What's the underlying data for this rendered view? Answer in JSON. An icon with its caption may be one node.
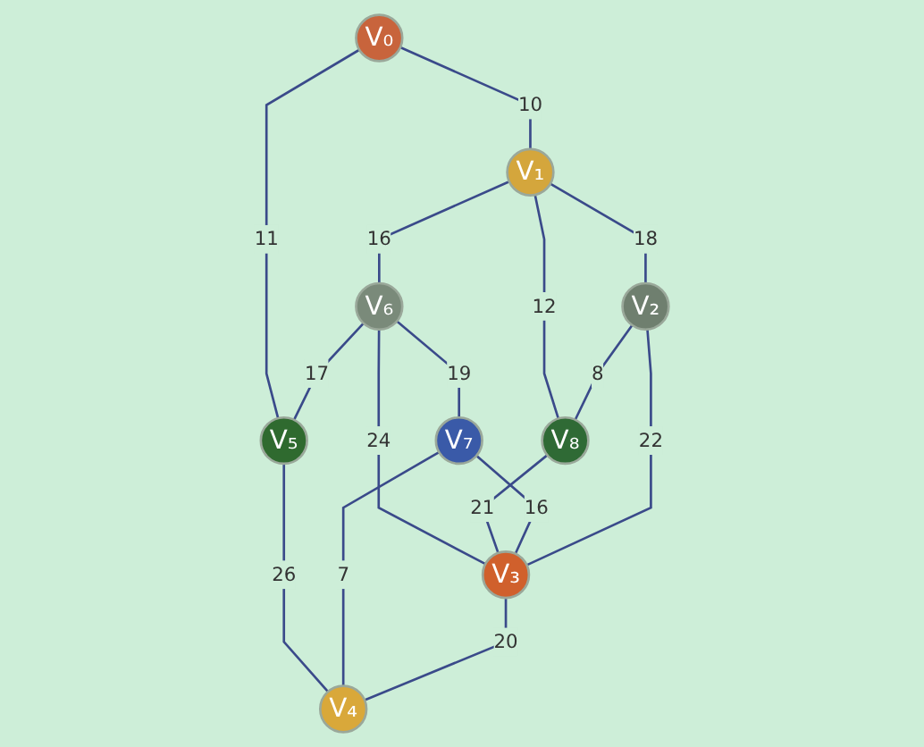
{
  "diagram": {
    "nodes": [
      {
        "text": [
          "V₀"
        ]
      },
      {
        "text": [
          "V₁"
        ]
      },
      {
        "text": [
          "V₂"
        ]
      },
      {
        "text": [
          "V₃"
        ]
      },
      {
        "text": [
          "V₄"
        ]
      },
      {
        "text": [
          "V₅"
        ]
      },
      {
        "text": [
          "V₆"
        ]
      },
      {
        "text": [
          "V₇"
        ]
      },
      {
        "text": [
          "V₈"
        ]
      }
    ],
    "edges": [
      {
        "from": 0,
        "to": 1,
        "arrow": "none",
        "label": "10"
      },
      {
        "from": 0,
        "to": 5,
        "arrow": "none",
        "label": "11"
      },
      {
        "from": 1,
        "to": 6,
        "arrow": "none",
        "label": "16"
      },
      {
        "from": 6,
        "to": 5,
        "arrow": "none",
        "label": "17"
      },
      {
        "from": 1,
        "to": 8,
        "arrow": "none",
        "label": "12"
      },
      {
        "from": 1,
        "to": 2,
        "arrow": "none",
        "label": "18"
      },
      {
        "from": 6,
        "to": 7,
        "arrow": "none",
        "label": "19"
      },
      {
        "from": 5,
        "to": 4,
        "arrow": "none",
        "label": "26"
      },
      {
        "from": 6,
        "to": 3,
        "arrow": "none",
        "label": "24"
      },
      {
        "from": 2,
        "to": 8,
        "arrow": "none",
        "label": "8"
      },
      {
        "from": 8,
        "to": 3,
        "arrow": "none",
        "label": "21"
      },
      {
        "from": 7,
        "to": 3,
        "arrow": "none",
        "label": "16"
      },
      {
        "from": 7,
        "to": 4,
        "arrow": "none",
        "label": "7"
      },
      {
        "from": 2,
        "to": 3,
        "arrow": "none",
        "label": "22"
      },
      {
        "from": 3,
        "to": 4,
        "arrow": "none",
        "label": "20"
      }
    ]
  }
}
